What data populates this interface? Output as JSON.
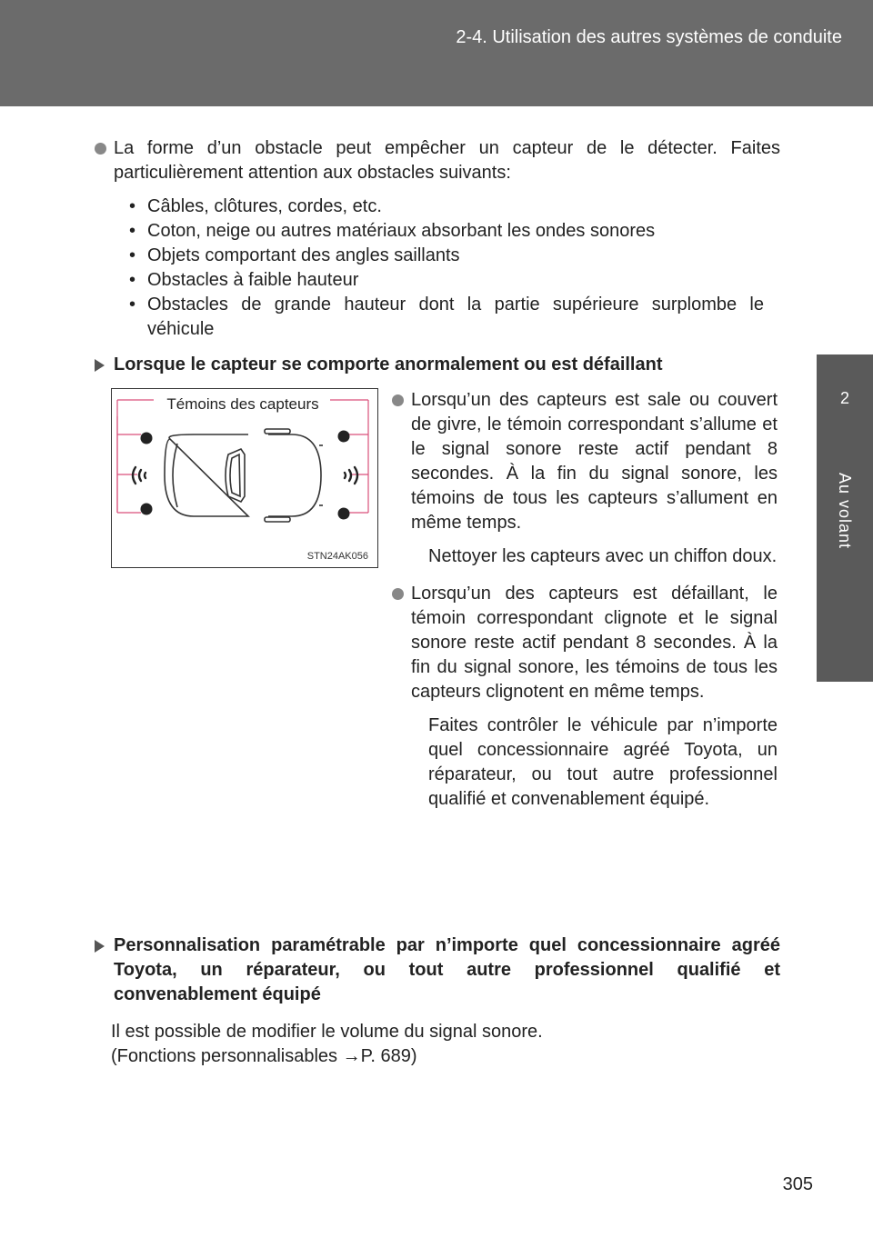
{
  "header": {
    "section": "2-4. Utilisation des autres systèmes de conduite"
  },
  "side_tab": {
    "number": "2",
    "label": "Au volant"
  },
  "bullet1": {
    "text": "La forme d’un obstacle peut empêcher un capteur de le détecter. Faites particulièrement attention aux obstacles suivants:",
    "items": [
      "Câbles, clôtures, cordes, etc.",
      "Coton, neige ou autres matériaux absorbant les ondes sonores",
      "Objets comportant des angles saillants",
      "Obstacles à faible hauteur",
      "Obstacles de grande hauteur dont la partie supérieure surplombe le véhicule"
    ],
    "item_marker": "•"
  },
  "heading1": "Lorsque le capteur se comporte anormalement ou est défaillant",
  "figure": {
    "label": "Témoins des capteurs",
    "code": "STN24AK056"
  },
  "bullet2": {
    "text": "Lorsqu’un des capteurs est sale ou couvert de givre, le témoin correspondant s’allume et le signal sonore reste actif pendant 8 secondes. À la fin du signal sonore, les témoins de tous les capteurs s’allument en même temps.",
    "action": "Nettoyer les capteurs avec un chiffon doux."
  },
  "bullet3": {
    "text": "Lorsqu’un des capteurs est défaillant, le témoin correspondant clignote et le signal sonore reste actif pendant 8 secondes. À la fin du signal sonore, les témoins de tous les capteurs clignotent en même temps.",
    "action": "Faites contrôler le véhicule par n’importe quel concessionnaire agréé Toyota, un réparateur, ou tout autre professionnel qualifié et convenablement équipé."
  },
  "heading2": "Personnalisation paramétrable par n’importe quel concessionnaire agréé Toyota, un réparateur, ou tout autre professionnel qualifié et convenablement équipé",
  "para": {
    "line1": "Il est possible de modifier le volume du signal sonore.",
    "line2": "(Fonctions personnalisables →P. 689)"
  },
  "page_number": "305"
}
